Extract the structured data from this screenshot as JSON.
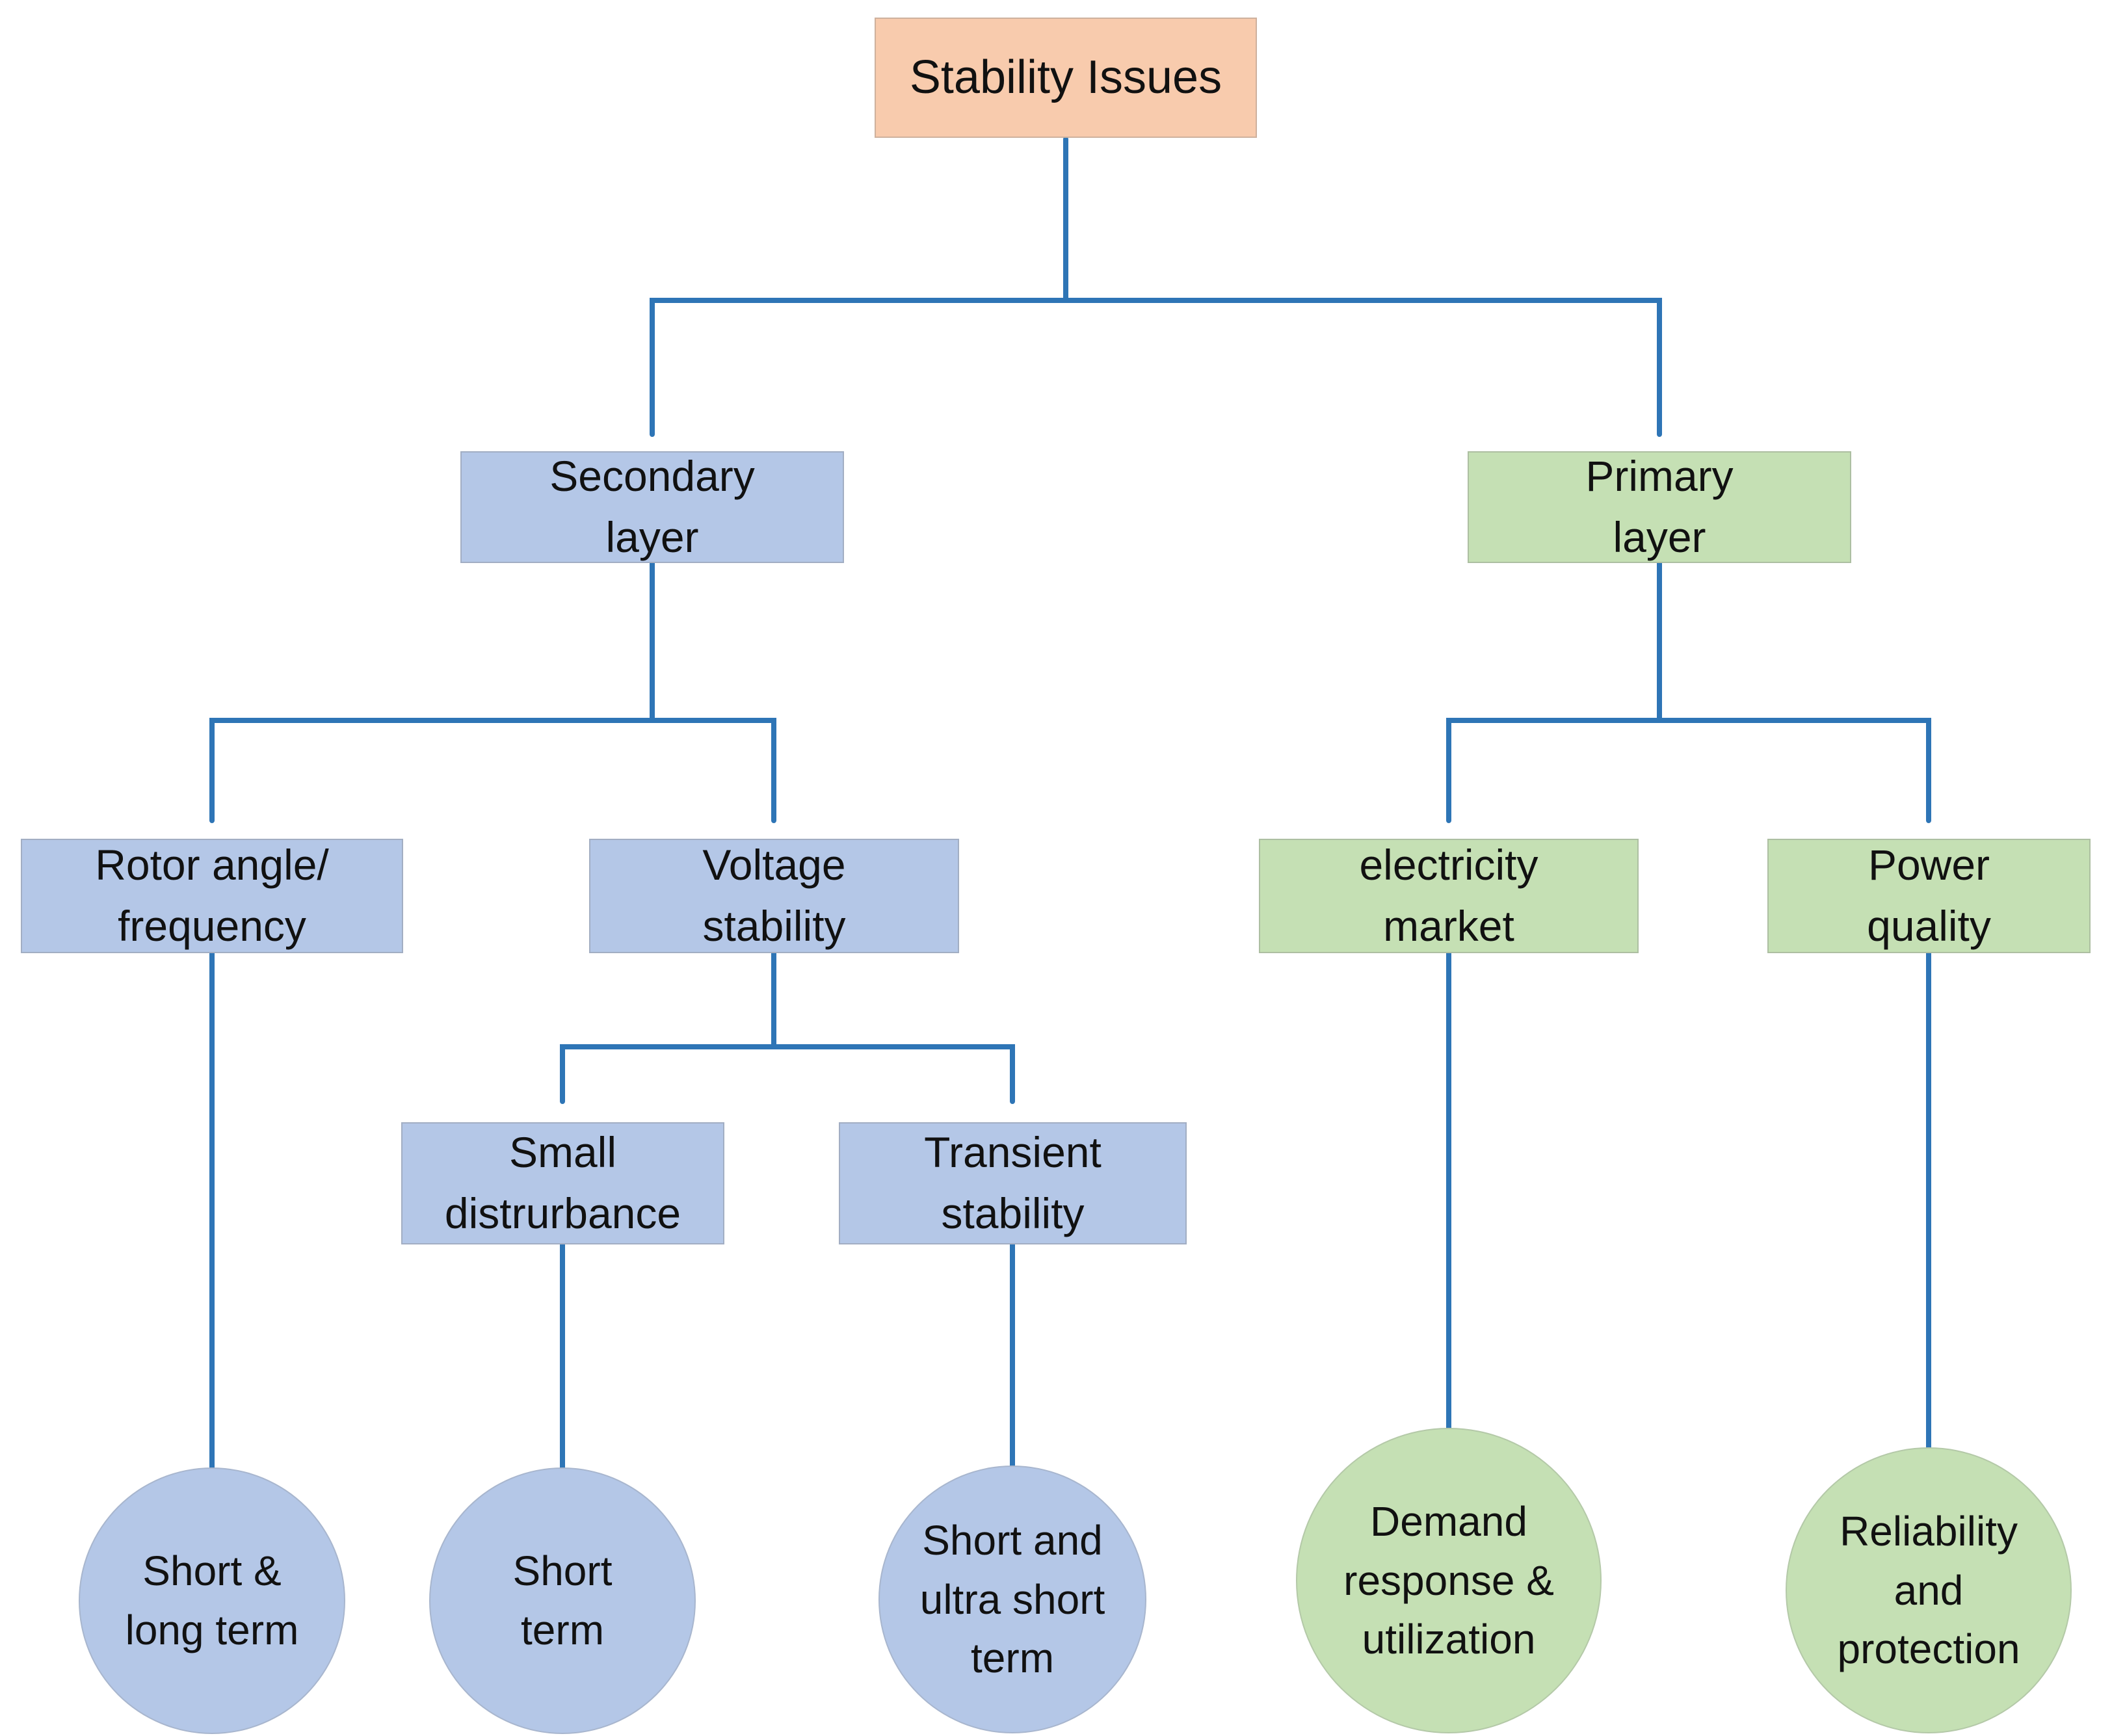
{
  "colors": {
    "root": "#F8CBAD",
    "blue": "#B4C7E7",
    "green": "#C5E0B4",
    "line": "#2E75B6",
    "text": "#111111"
  },
  "nodes": {
    "root": {
      "label": "Stability Issues"
    },
    "secondary_layer": {
      "label": "Secondary\nlayer"
    },
    "primary_layer": {
      "label": "Primary\nlayer"
    },
    "rotor_angle_frequency": {
      "label": "Rotor angle/\nfrequency"
    },
    "voltage_stability": {
      "label": "Voltage\nstability"
    },
    "electricity_market": {
      "label": "electricity\nmarket"
    },
    "power_quality": {
      "label": "Power\nquality"
    },
    "small_disturbance": {
      "label": "Small\ndistrurbance"
    },
    "transient_stability": {
      "label": "Transient\nstability"
    },
    "short_and_long_term": {
      "label": "Short &\nlong term"
    },
    "short_term": {
      "label": "Short\nterm"
    },
    "short_and_ultra_short_term": {
      "label": "Short and\nultra short\nterm"
    },
    "demand_response_utilization": {
      "label": "Demand\nresponse &\nutilization"
    },
    "reliability_and_protection": {
      "label": "Reliability\nand\nprotection"
    }
  }
}
